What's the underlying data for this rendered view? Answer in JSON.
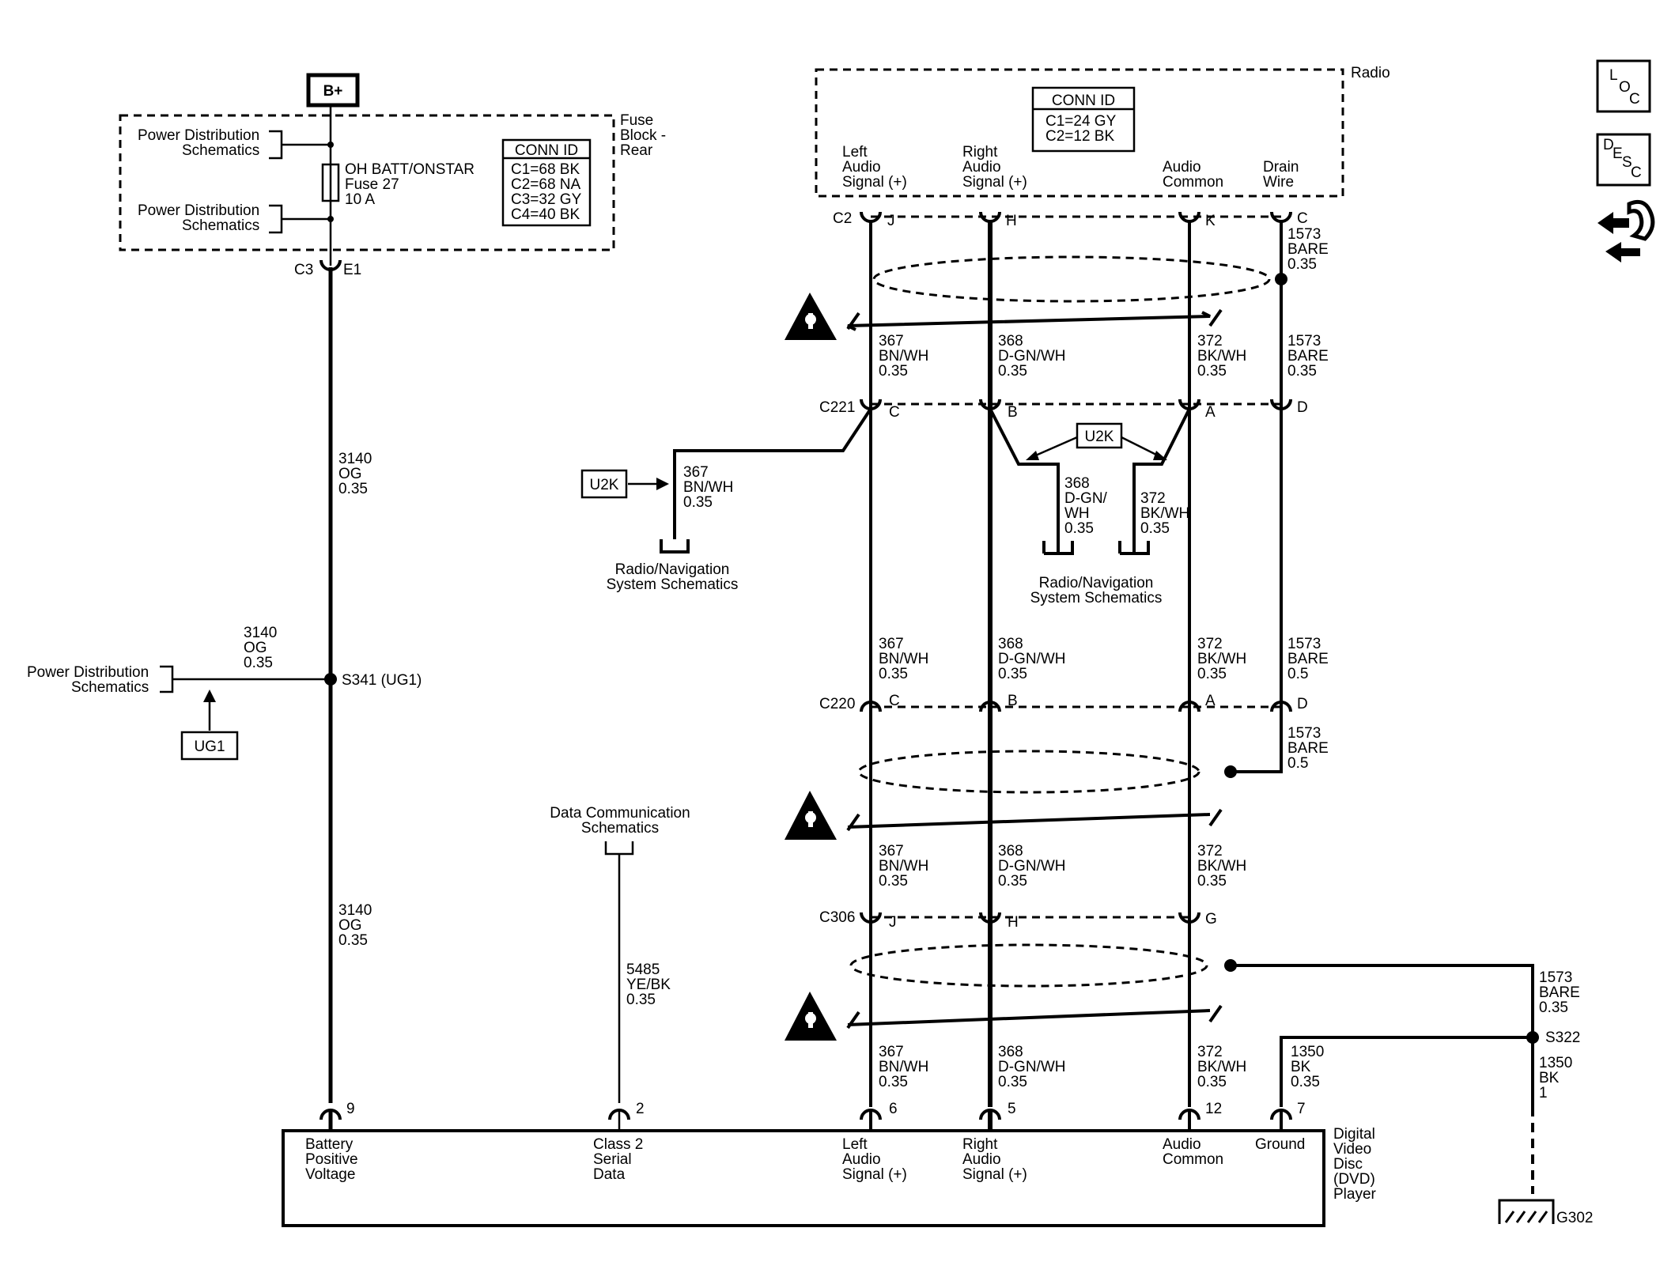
{
  "nav_icons": {
    "loc": {
      "l": "L",
      "o": "O",
      "c": "C"
    },
    "desc": {
      "d": "D",
      "e": "E",
      "s": "S",
      "c": "C"
    }
  },
  "battery_plus": "B+",
  "fuse_block": {
    "title": [
      "Fuse",
      "Block -",
      "Rear"
    ],
    "power_dist_1": [
      "Power Distribution",
      "Schematics"
    ],
    "power_dist_2": [
      "Power Distribution",
      "Schematics"
    ],
    "fuse_label": [
      "OH BATT/ONSTAR",
      "Fuse 27",
      "10 A"
    ],
    "conn_id": {
      "header": "CONN ID",
      "rows": [
        "C1=68 BK",
        "C2=68 NA",
        "C3=32 GY",
        "C4=40 BK"
      ]
    }
  },
  "left_section": {
    "c3_label": "C3",
    "e1_label": "E1",
    "wire_3140_a": [
      "3140",
      "OG",
      "0.35"
    ],
    "wire_3140_b": [
      "3140",
      "OG",
      "0.35"
    ],
    "wire_3140_c": [
      "3140",
      "OG",
      "0.35"
    ],
    "splice_label": "S341 (UG1)",
    "power_dist": [
      "Power Distribution",
      "Schematics"
    ],
    "ug1_box": "UG1"
  },
  "data_comm": {
    "title": [
      "Data Communication",
      "Schematics"
    ],
    "wire": [
      "5485",
      "YE/BK",
      "0.35"
    ]
  },
  "radio": {
    "title": "Radio",
    "conn_id": {
      "header": "CONN ID",
      "rows": [
        "C1=24 GY",
        "C2=12 BK"
      ]
    },
    "pins": {
      "left": [
        "Left",
        "Audio",
        "Signal (+)"
      ],
      "right": [
        "Right",
        "Audio",
        "Signal (+)"
      ],
      "common": [
        "Audio",
        "Common"
      ],
      "drain": [
        "Drain",
        "Wire"
      ]
    }
  },
  "connectors": {
    "c2": {
      "name": "C2",
      "pins": [
        "J",
        "H",
        "K",
        "C"
      ]
    },
    "c221": {
      "name": "C221",
      "pins": [
        "C",
        "B",
        "A",
        "D"
      ]
    },
    "c220": {
      "name": "C220",
      "pins": [
        "C",
        "B",
        "A",
        "D"
      ]
    },
    "c306": {
      "name": "C306",
      "pins": [
        "J",
        "H",
        "G"
      ]
    }
  },
  "wires": {
    "w367": [
      "367",
      "BN/WH",
      "0.35"
    ],
    "w368": [
      "368",
      "D-GN/WH",
      "0.35"
    ],
    "w372": [
      "372",
      "BK/WH",
      "0.35"
    ],
    "w1573_035": [
      "1573",
      "BARE",
      "0.35"
    ],
    "w1573_05": [
      "1573",
      "BARE",
      "0.5"
    ],
    "w368_branch": [
      "368",
      "D-GN/",
      "WH",
      "0.35"
    ],
    "w1350_035": [
      "1350",
      "BK",
      "0.35"
    ],
    "w1350_1": [
      "1350",
      "BK",
      "1"
    ]
  },
  "u2k": "U2K",
  "radio_nav": [
    "Radio/Navigation",
    "System Schematics"
  ],
  "ground": {
    "splice": "S322",
    "ground": "G302"
  },
  "dvd": {
    "title": [
      "Digital",
      "Video",
      "Disc",
      "(DVD)",
      "Player"
    ],
    "pins": {
      "p9": "9",
      "p2": "2",
      "p6": "6",
      "p5": "5",
      "p12": "12",
      "p7": "7"
    },
    "labels": {
      "battery": [
        "Battery",
        "Positive",
        "Voltage"
      ],
      "class2": [
        "Class 2",
        "Serial",
        "Data"
      ],
      "left": [
        "Left",
        "Audio",
        "Signal (+)"
      ],
      "right": [
        "Right",
        "Audio",
        "Signal (+)"
      ],
      "common": [
        "Audio",
        "Common"
      ],
      "ground": "Ground"
    }
  }
}
